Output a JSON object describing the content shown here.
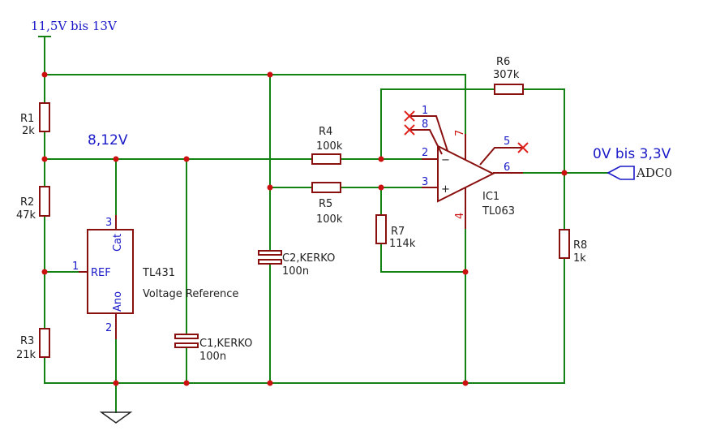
{
  "supply": {
    "label": "11,5V bis 13V"
  },
  "nets": {
    "reference_voltage": "8,12V",
    "output_range": "0V bis 3,3V",
    "output_port": "ADC0"
  },
  "resistors": {
    "r1": {
      "name": "R1",
      "value": "2k"
    },
    "r2": {
      "name": "R2",
      "value": "47k"
    },
    "r3": {
      "name": "R3",
      "value": "21k"
    },
    "r4": {
      "name": "R4",
      "value": "100k"
    },
    "r5": {
      "name": "R5",
      "value": "100k"
    },
    "r6": {
      "name": "R6",
      "value": "307k"
    },
    "r7": {
      "name": "R7",
      "value": "114k"
    },
    "r8": {
      "name": "R8",
      "value": "1k"
    }
  },
  "capacitors": {
    "c1": {
      "name": "C1,KERKO",
      "value": "100n"
    },
    "c2": {
      "name": "C2,KERKO",
      "value": "100n"
    }
  },
  "reference": {
    "name": "TL431",
    "description": "Voltage Reference",
    "pin_cat": "Cat",
    "pin_ref": "REF",
    "pin_ano": "Ano",
    "pin_cat_num": "3",
    "pin_ref_num": "1",
    "pin_ano_num": "2"
  },
  "opamp": {
    "name": "IC1",
    "value": "TL063",
    "minus_sign": "−",
    "plus_sign": "+",
    "pin_inv": "2",
    "pin_noninv": "3",
    "pin_out": "6",
    "pin_vcc": "7",
    "pin_vee": "4",
    "pin_nc1": "1",
    "pin_nc8": "8",
    "pin_nc5": "5"
  },
  "colors": {
    "wire": "#128212",
    "part": "#8a1010",
    "label": "#1a1ac8",
    "junction": "#cc1010",
    "nc_mark": "#e0201a"
  }
}
